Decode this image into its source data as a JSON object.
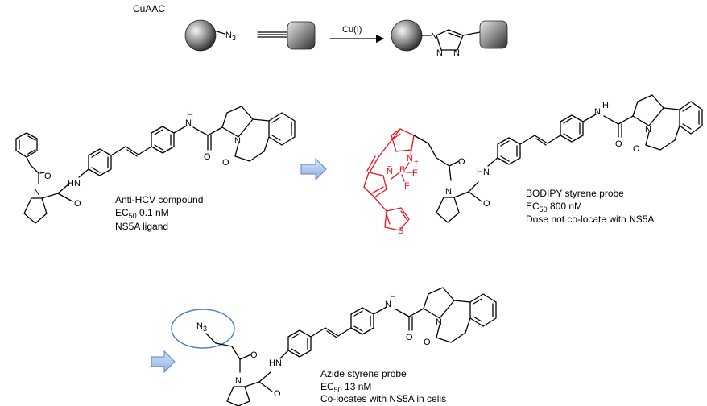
{
  "scheme": {
    "title": "CuAAC",
    "azide_label": "N3",
    "arrow_label": "Cu(I)",
    "triazole_atoms": [
      "N",
      "N",
      "N"
    ]
  },
  "compounds": [
    {
      "id": "anti-hcv",
      "name": "Anti-HCV compound",
      "activity": "EC50 0.1 nM",
      "note": "NS5A ligand"
    },
    {
      "id": "bodipy",
      "name": "BODIPY styrene probe",
      "activity": "EC50 800 nM",
      "note": "Dose not co-locate with NS5A"
    },
    {
      "id": "azide",
      "name": "Azide styrene probe",
      "activity": "EC50 13 nM",
      "note": "Co-locates with NS5A in cells"
    }
  ],
  "atom_labels": {
    "amide_nh": "HN",
    "anilide_nh": "H",
    "nitrogen": "N",
    "oxygen": "O",
    "boron": "B",
    "fluorine": "F",
    "sulfur": "S",
    "azide": "N3"
  },
  "colors": {
    "bodipy_red": "#e8141b",
    "arrow_fill": "#a9c4ea",
    "arrow_stroke": "#5b83c4",
    "highlight_ellipse": "#4a7cc7"
  }
}
